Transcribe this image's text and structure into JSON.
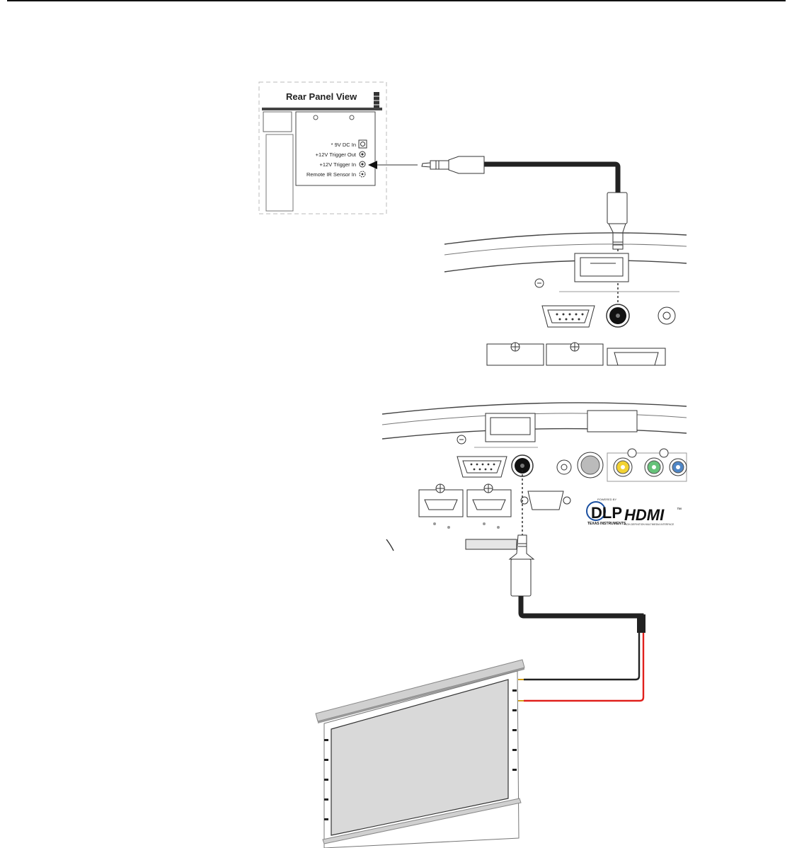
{
  "rear_panel": {
    "title": "Rear Panel View",
    "ports": [
      "* 9V DC In",
      "+12V Trigger Out",
      "+12V Trigger In",
      "Remote IR Sensor In"
    ]
  },
  "logos": {
    "dlp": "DLP",
    "dlp_top": "POWERED BY",
    "dlp_sub": "TEXAS INSTRUMENTS",
    "hdmi": "HDMI",
    "hdmi_tm": "™",
    "hdmi_sub": "HIGH-DEFINITION MULTIMEDIA INTERFACE"
  },
  "colors": {
    "cable": "#222222",
    "red_wire": "#e0201c",
    "screen": "#d9d9d9",
    "accent_yellow": "#f2d233",
    "accent_green": "#66c27a",
    "accent_blue": "#4f86c6"
  }
}
